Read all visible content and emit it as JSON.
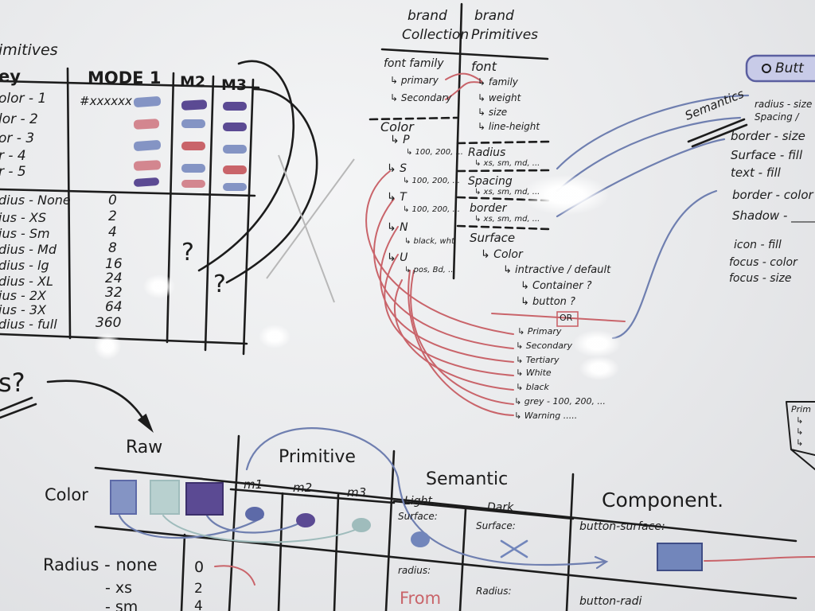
{
  "primitives_section": {
    "heading": "imitives",
    "col_key": "ey",
    "col_mode1": "MODE 1",
    "col_m2": "M2",
    "col_m3": "M3",
    "hex_placeholder": "#xxxxxx",
    "color_keys": [
      "olor - 1",
      "lor - 2",
      "or - 3",
      "r - 4",
      "r - 5"
    ],
    "radius_keys": [
      "dius - None",
      "ius - XS",
      "ius - Sm",
      "dius - Md",
      "dius - lg",
      "dius - XL",
      "ius - 2X",
      "ius - 3X",
      "dius - full"
    ],
    "radius_values": [
      "0",
      "2",
      "4",
      "8",
      "16",
      "24",
      "32",
      "64",
      "360"
    ],
    "question_marks": [
      "?",
      "?"
    ],
    "left_question": "s?"
  },
  "brand_section": {
    "col_collection": [
      "brand",
      "Collection"
    ],
    "col_primitives": [
      "brand",
      "Primitives"
    ],
    "left_items": [
      "font family",
      "↳ primary",
      "↳ Secondary",
      "Color",
      "↳ P",
      "↳ 100, 200, ...",
      "↳ S",
      "↳ 100, 200, ...",
      "↳ T",
      "↳ 100, 200, ...",
      "↳ N",
      "↳ black, wht",
      "↳ U",
      "↳ pos, Bd, ..."
    ],
    "right_items": [
      "font",
      "↳ family",
      "↳ weight",
      "↳ size",
      "↳ line-height",
      "Radius",
      "↳ xs, sm, md, ...",
      "Spacing",
      "↳ xs, sm, md, ...",
      "border",
      "↳ xs, sm, md, ...",
      "Surface",
      "↳ Color",
      "↳ intractive / default",
      "↳ Container ?",
      "↳ button ?",
      "OR",
      "↳ Primary",
      "↳ Secondary",
      "↳ Tertiary",
      "↳ White",
      "↳ black",
      "↳ grey - 100, 200, ...",
      "↳ Warning ....."
    ]
  },
  "semantics_section": {
    "title": "Semantics",
    "button_label": "Butt",
    "items": [
      "radius - size",
      "Spacing /",
      "border - size",
      "Surface - fill",
      "text - fill",
      "border - color",
      "Shadow - ______",
      "icon - fill",
      "focus - color",
      "focus - size"
    ]
  },
  "flow_table": {
    "headers": [
      "Raw",
      "Primitive",
      "Semantic",
      "Component."
    ],
    "primitive_modes": [
      "m1",
      "m2",
      "m3"
    ],
    "semantic_modes": [
      "Light",
      "Dark"
    ],
    "row_labels": [
      "Color",
      "Radius - none",
      "- xs",
      "- sm"
    ],
    "raw_values": [
      "0",
      "2",
      "4"
    ],
    "light_surface": "Surface:",
    "dark_surface": "Surface:",
    "light_radius": "radius:",
    "dark_radius": "Radius:",
    "from_text": "From",
    "component_surface": "button-surface:",
    "component_radius": "button-radi"
  },
  "far_right_card": [
    "Prim",
    "↳",
    "↳",
    "↳"
  ],
  "colors": {
    "ink": "#1c1c1c",
    "red_marker": "#c9646a",
    "blue_marker": "#7286bb",
    "purple_marker": "#5b4a93",
    "teal_marker": "#9fbcbc"
  }
}
